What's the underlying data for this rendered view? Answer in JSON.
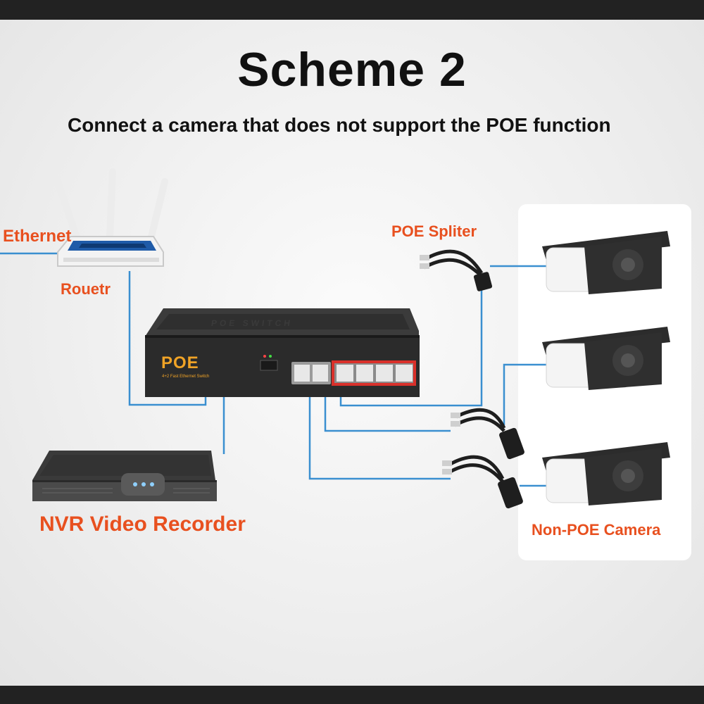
{
  "title": "Scheme 2",
  "subtitle": "Connect a camera that does not support the POE function",
  "labels": {
    "ethernet": "Ethernet",
    "router": "Rouetr",
    "splitter": "POE Spliter",
    "nvr": "NVR Video Recorder",
    "camera": "Non-POE Camera"
  },
  "switch": {
    "brand": "POE",
    "model": "4+2 Fast Ethernet Switch",
    "top_text": "POE SWITCH"
  },
  "colors": {
    "label": "#e8501f",
    "cable": "#3a8fd0",
    "switch_body": "#2b2b2b",
    "poe_text": "#f0a326",
    "port_highlight": "#d9302a"
  }
}
